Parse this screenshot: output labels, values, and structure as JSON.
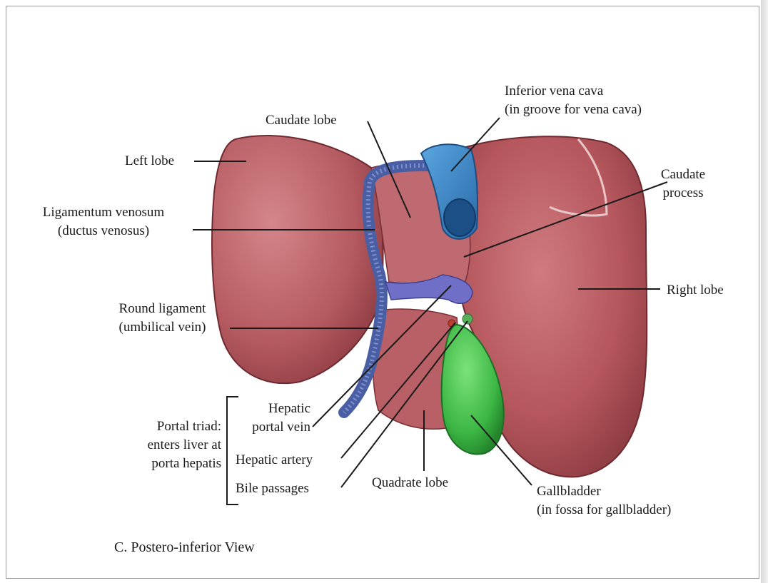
{
  "labels": {
    "inferior_vena_cava": [
      "Inferior vena cava",
      "(in groove for vena cava)"
    ],
    "caudate_lobe": "Caudate lobe",
    "left_lobe": "Left lobe",
    "caudate_process": [
      "Caudate",
      "process"
    ],
    "ligamentum_venosum": [
      "Ligamentum venosum",
      "(ductus venosus)"
    ],
    "right_lobe": "Right lobe",
    "round_ligament": [
      "Round ligament",
      "(umbilical vein)"
    ],
    "portal_triad": [
      "Portal triad:",
      "enters liver at",
      "porta hepatis"
    ],
    "hepatic_portal_vein": [
      "Hepatic",
      "portal vein"
    ],
    "hepatic_artery": "Hepatic artery",
    "bile_passages": "Bile passages",
    "quadrate_lobe": "Quadrate lobe",
    "gallbladder": [
      "Gallbladder",
      "(in fossa for gallbladder)"
    ]
  },
  "caption": "C. Postero-inferior View",
  "colors": {
    "liver": "#b85a5f",
    "liver_dark": "#7a2f36",
    "vena_cava": "#3d86c6",
    "ligament": "#5a6fb0",
    "portal_vein": "#6f6fc8",
    "gallbladder": "#3fb845",
    "leader": "#1a1a1a"
  }
}
